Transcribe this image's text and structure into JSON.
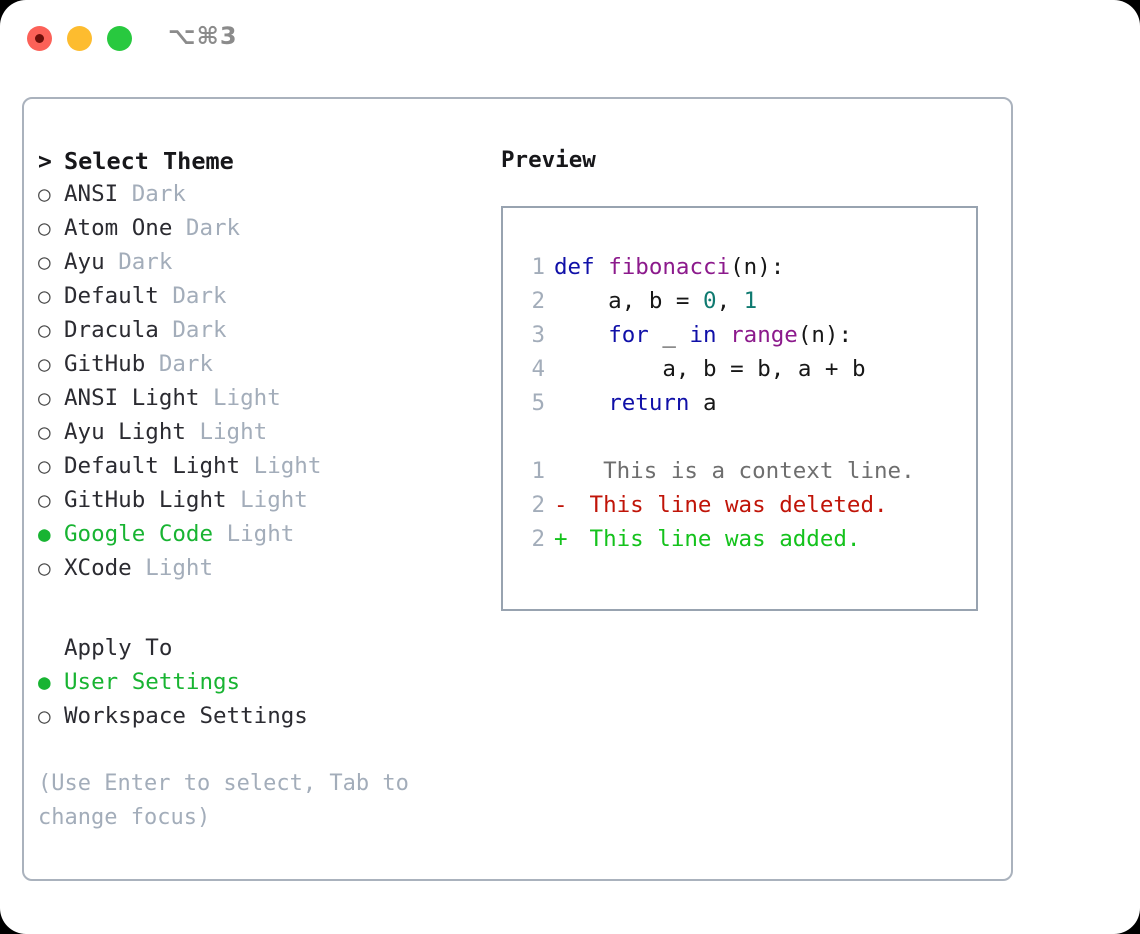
{
  "titlebar": {
    "shortcut": "⌥⌘3",
    "lights": [
      {
        "name": "close",
        "color": "#fc6158"
      },
      {
        "name": "minimize",
        "color": "#fdbc2f"
      },
      {
        "name": "maximize",
        "color": "#28c93f"
      }
    ]
  },
  "colors": {
    "accent_green": "#18b432",
    "muted": "#a3adba",
    "text": "#2b2b31",
    "border": "#aab2bd",
    "keyword": "#1010a8",
    "function": "#8c1a8c",
    "number": "#0f7a70",
    "diff_add": "#14c21c",
    "diff_del": "#c01408",
    "diff_ctx": "#6e6e6e"
  },
  "left": {
    "header": {
      "prefix": ">",
      "label": "Select Theme"
    },
    "themes": [
      {
        "bullet": "○",
        "name": "ANSI",
        "kind": "Dark",
        "selected": false
      },
      {
        "bullet": "○",
        "name": "Atom One",
        "kind": "Dark",
        "selected": false
      },
      {
        "bullet": "○",
        "name": "Ayu",
        "kind": "Dark",
        "selected": false
      },
      {
        "bullet": "○",
        "name": "Default",
        "kind": "Dark",
        "selected": false
      },
      {
        "bullet": "○",
        "name": "Dracula",
        "kind": "Dark",
        "selected": false
      },
      {
        "bullet": "○",
        "name": "GitHub",
        "kind": "Dark",
        "selected": false
      },
      {
        "bullet": "○",
        "name": "ANSI Light",
        "kind": "Light",
        "selected": false
      },
      {
        "bullet": "○",
        "name": "Ayu Light",
        "kind": "Light",
        "selected": false
      },
      {
        "bullet": "○",
        "name": "Default Light",
        "kind": "Light",
        "selected": false
      },
      {
        "bullet": "○",
        "name": "GitHub Light",
        "kind": "Light",
        "selected": false
      },
      {
        "bullet": "●",
        "name": "Google Code",
        "kind": "Light",
        "selected": true
      },
      {
        "bullet": "○",
        "name": "XCode",
        "kind": "Light",
        "selected": false
      }
    ],
    "apply_to": {
      "label": "Apply To",
      "options": [
        {
          "bullet": "●",
          "label": "User Settings",
          "selected": true
        },
        {
          "bullet": "○",
          "label": "Workspace Settings",
          "selected": false
        }
      ]
    },
    "hint": "(Use Enter to select, Tab to change focus)"
  },
  "right": {
    "title": "Preview",
    "code_lines": [
      {
        "num": "1",
        "tokens": [
          {
            "t": "def",
            "c": "kw"
          },
          {
            "t": " ",
            "c": "plain"
          },
          {
            "t": "fibonacci",
            "c": "fn"
          },
          {
            "t": "(n):",
            "c": "punc"
          }
        ]
      },
      {
        "num": "2",
        "tokens": [
          {
            "t": "    a, b = ",
            "c": "plain"
          },
          {
            "t": "0",
            "c": "num"
          },
          {
            "t": ", ",
            "c": "plain"
          },
          {
            "t": "1",
            "c": "num"
          }
        ]
      },
      {
        "num": "3",
        "tokens": [
          {
            "t": "    ",
            "c": "plain"
          },
          {
            "t": "for",
            "c": "kw"
          },
          {
            "t": " _ ",
            "c": "plain"
          },
          {
            "t": "in",
            "c": "kw"
          },
          {
            "t": " ",
            "c": "plain"
          },
          {
            "t": "range",
            "c": "fn"
          },
          {
            "t": "(n):",
            "c": "punc"
          }
        ]
      },
      {
        "num": "4",
        "tokens": [
          {
            "t": "        a, b = b, a + b",
            "c": "plain"
          }
        ]
      },
      {
        "num": "5",
        "tokens": [
          {
            "t": "    ",
            "c": "plain"
          },
          {
            "t": "return",
            "c": "kw"
          },
          {
            "t": " a",
            "c": "plain"
          }
        ]
      }
    ],
    "diff_lines": [
      {
        "num": "1",
        "mark": " ",
        "text": "  This is a context line.",
        "kind": "ctx"
      },
      {
        "num": "2",
        "mark": "-",
        "text": " This line was deleted.",
        "kind": "del"
      },
      {
        "num": "2",
        "mark": "+",
        "text": " This line was added.",
        "kind": "add"
      }
    ]
  }
}
